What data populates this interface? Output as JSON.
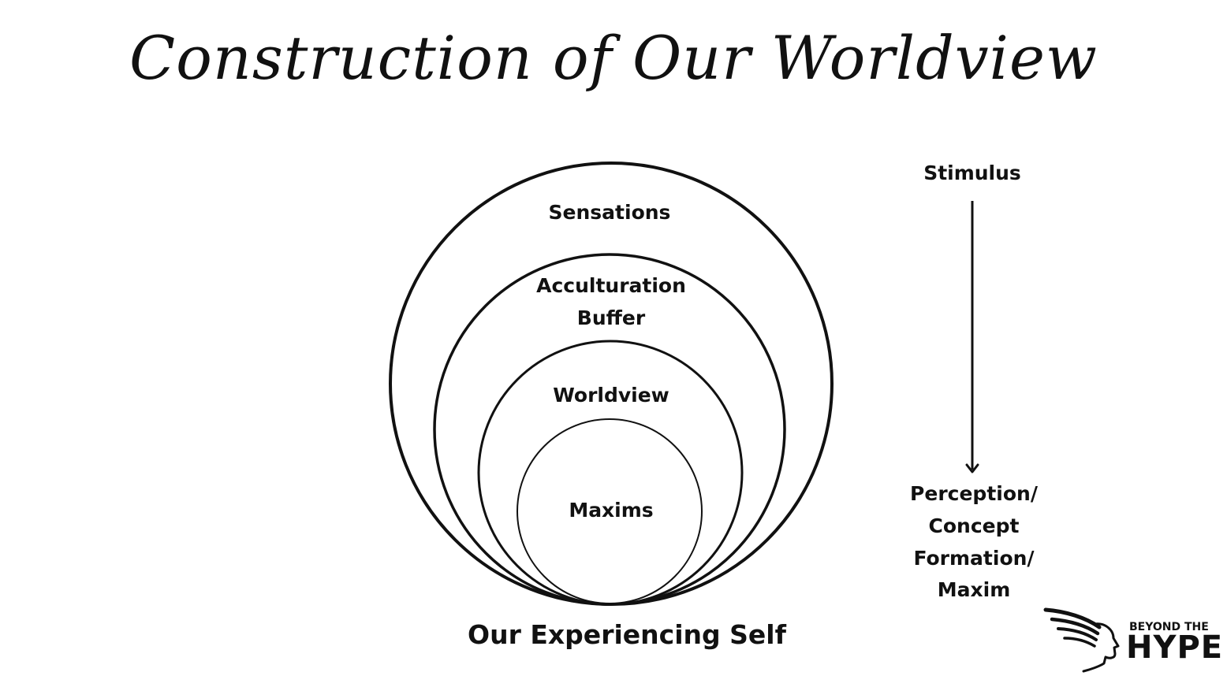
{
  "title": "Construction of Our Worldview",
  "circles": {
    "sensations": "Sensations",
    "acculturation_line1": "Acculturation",
    "acculturation_line2": "Buffer",
    "worldview": "Worldview",
    "maxims": "Maxims"
  },
  "caption": "Our Experiencing Self",
  "flow": {
    "start": "Stimulus",
    "end_lines": [
      "Perception/",
      "Concept",
      "Formation/",
      "Maxim"
    ]
  },
  "logo": {
    "top_text": "BEYOND THE",
    "main_text": "HYPE"
  },
  "colors": {
    "ink": "#111111",
    "background": "#ffffff"
  }
}
